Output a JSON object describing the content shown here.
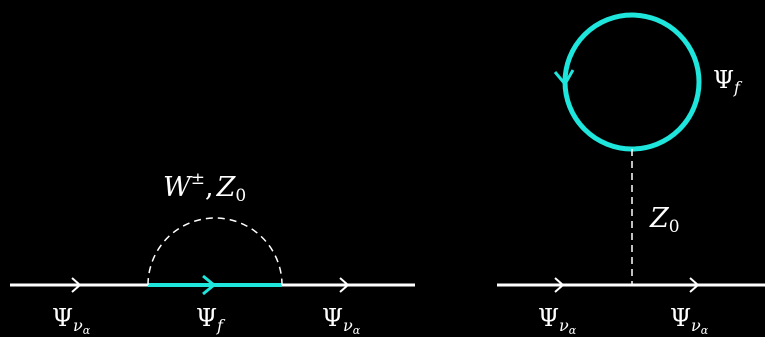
{
  "colors": {
    "background": "#000000",
    "neutrino_line": "#ffffff",
    "fermion_line": "#1ee6dc",
    "boson_line": "#ffffff"
  },
  "left_diagram": {
    "boson_label": {
      "base": "W",
      "sup": "±",
      "sep": ",",
      "second": "Z",
      "second_sub": "0"
    },
    "incoming_label": {
      "base": "Ψ",
      "sub": "ν",
      "subsub": "α"
    },
    "internal_label": {
      "base": "Ψ",
      "sub": "f"
    },
    "outgoing_label": {
      "base": "Ψ",
      "sub": "ν",
      "subsub": "α"
    }
  },
  "right_diagram": {
    "loop_label": {
      "base": "Ψ",
      "sub": "f"
    },
    "boson_label": {
      "base": "Z",
      "sub": "0"
    },
    "incoming_label": {
      "base": "Ψ",
      "sub": "ν",
      "subsub": "α"
    },
    "outgoing_label": {
      "base": "Ψ",
      "sub": "ν",
      "subsub": "α"
    }
  }
}
